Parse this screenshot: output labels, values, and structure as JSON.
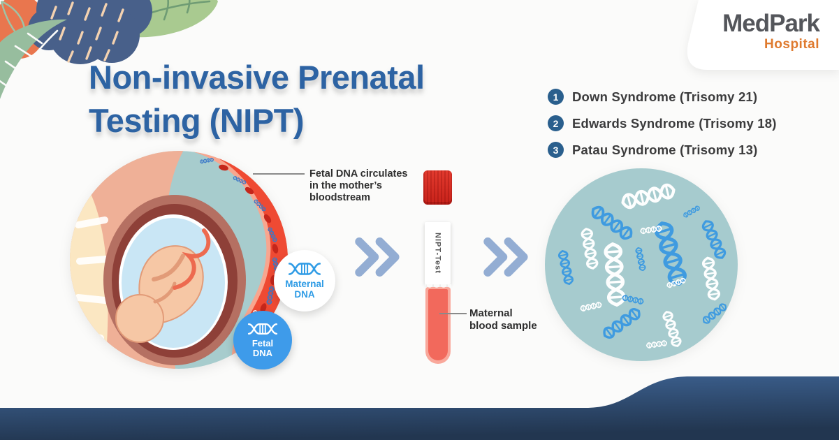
{
  "brand": {
    "name": "MedPark",
    "subtitle": "Hospital"
  },
  "title": {
    "line1": "Non-invasive Prenatal",
    "line2": "Testing (NIPT)"
  },
  "conditions": [
    {
      "number": "1",
      "label": "Down Syndrome (Trisomy 21)"
    },
    {
      "number": "2",
      "label": "Edwards Syndrome (Trisomy 18)"
    },
    {
      "number": "3",
      "label": "Patau Syndrome (Trisomy 13)"
    }
  ],
  "callouts": {
    "fetal_dna": "Fetal DNA circulates in the mother’s bloodstream",
    "maternal_blood": "Maternal blood sample"
  },
  "badges": {
    "maternal": "Maternal DNA",
    "fetal": "Fetal DNA"
  },
  "tube": {
    "label": "NIPT-Test"
  },
  "colors": {
    "title_blue": "#2D63A3",
    "accent_blue": "#2E9BE5",
    "fetal_badge_blue": "#3E9BEA",
    "number_badge_blue": "#2A5F8D",
    "chevron_blue": "#93ADD3",
    "teal_circle": "#A6CBCE",
    "vessel_red": "#EF4A33",
    "blood_red": "#F2695C",
    "footer_blue_top": "#3F6596",
    "footer_blue_bottom": "#223650",
    "logo_gray": "#54565B",
    "logo_orange": "#DF7A2E"
  }
}
